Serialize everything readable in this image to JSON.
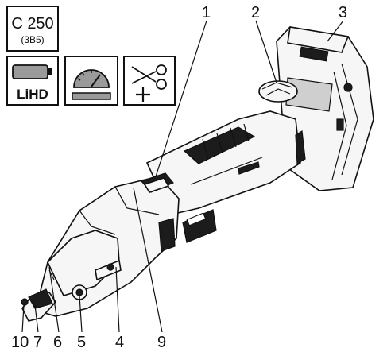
{
  "model_box": {
    "model": "C 250",
    "code": "(3B5)"
  },
  "battery_box": {
    "label": "LiHD",
    "icon": "battery-icon"
  },
  "speed_box": {
    "icon": "speedometer-icon"
  },
  "cut_box": {
    "icon": "scissors-plus-icon"
  },
  "callouts": [
    "1",
    "2",
    "3",
    "4",
    "5",
    "6",
    "7",
    "9",
    "10"
  ],
  "colors": {
    "line": "#111111",
    "battery_gray": "#9a9a9a",
    "background": "#ffffff"
  }
}
